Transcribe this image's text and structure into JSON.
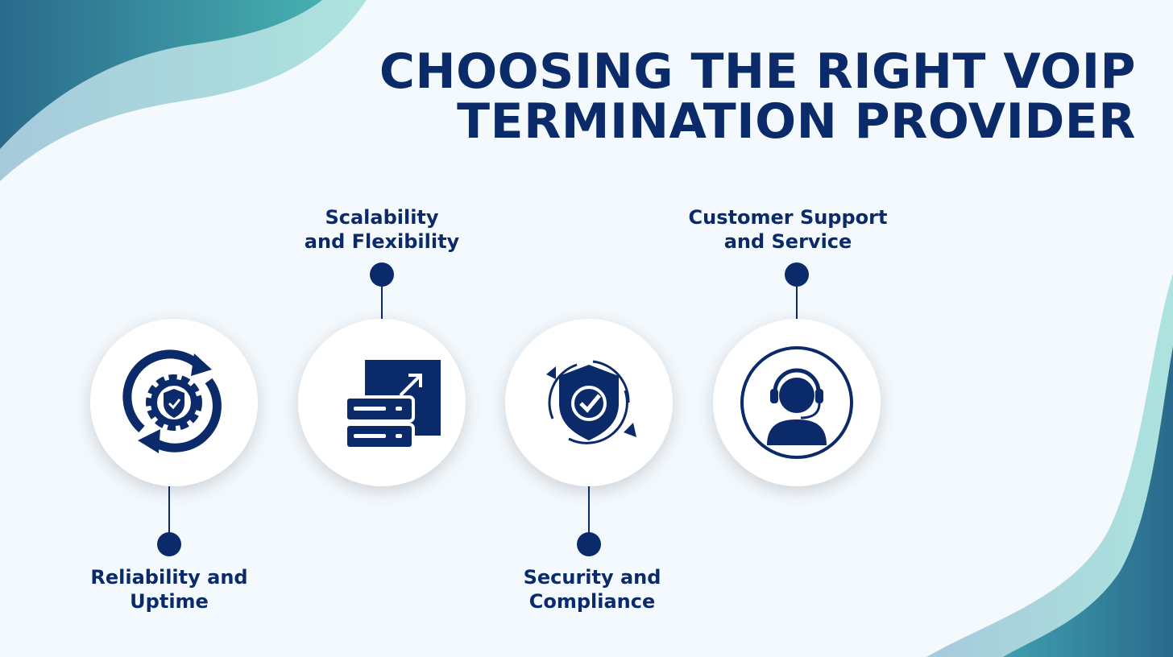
{
  "title": {
    "line1": "CHOOSING THE RIGHT VOIP",
    "line2": "TERMINATION PROVIDER"
  },
  "items": [
    {
      "line1": "Reliability and",
      "line2": "Uptime",
      "icon": "gear-shield-cycle-icon"
    },
    {
      "line1": "Scalability",
      "line2": "and Flexibility",
      "icon": "server-scale-icon"
    },
    {
      "line1": "Security and",
      "line2": "Compliance",
      "icon": "shield-check-cycle-icon"
    },
    {
      "line1": "Customer Support",
      "line2": "and Service",
      "icon": "headset-agent-icon"
    }
  ],
  "colors": {
    "primary": "#0b2a6a",
    "teal_dark": "#2a6f8e",
    "teal_light": "#a8dcdc",
    "background": "#f3f9fd"
  }
}
